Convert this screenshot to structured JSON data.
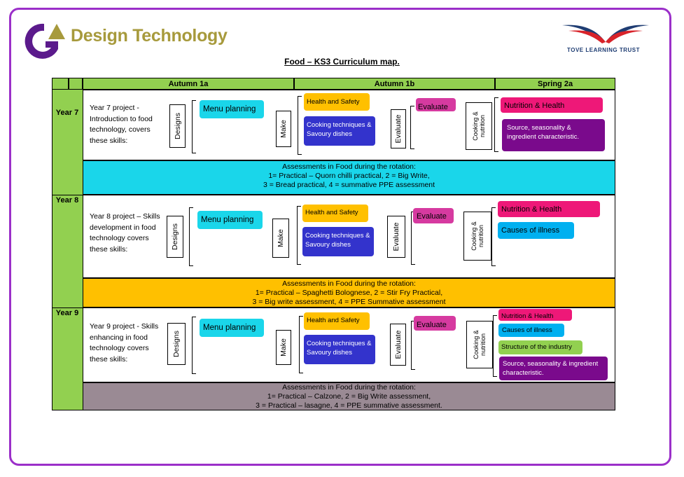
{
  "header": {
    "brand": "Design Technology",
    "trust_name": "TOVE LEARNING TRUST",
    "page_title": "Food – KS3 Curriculum map.",
    "colors": {
      "frame": "#9b2fc9",
      "logo_purple": "#5b1a8c",
      "logo_gold": "#a79a3c"
    },
    "icons": [
      "ga-logo-icon",
      "tove-wings-logo-icon"
    ]
  },
  "table": {
    "columns": [
      "Autumn 1a",
      "Autumn 1b",
      "Spring 2a"
    ],
    "labels": {
      "designs": "Designs",
      "make": "Make",
      "evaluate": "Evaluate",
      "cooking": "Cooking & nutrition"
    },
    "years": [
      {
        "year": "Year 7",
        "intro": "Year 7 project - Introduction to food technology, covers these skills:",
        "menu": "Menu planning",
        "health": "Health and Safety",
        "cooking_tech": "Cooking techniques & Savoury dishes",
        "evaluate_pill": "Evaluate",
        "spring": [
          "Nutrition & Health",
          "Source, seasonality & ingredient characteristic."
        ],
        "assessment": [
          "Assessments in Food during the rotation:",
          "1= Practical – Quorn chilli practical, 2 = Big Write,",
          "3 = Bread practical, 4 = summative PPE assessment"
        ],
        "assessment_color": "#1ad6ea"
      },
      {
        "year": "Year 8",
        "intro": "Year 8 project – Skills development in food technology covers these skills:",
        "menu": "Menu planning",
        "health": "Health and Safety",
        "cooking_tech": "Cooking techniques & Savoury dishes",
        "evaluate_pill": "Evaluate",
        "spring": [
          "Nutrition & Health",
          "Causes of illness"
        ],
        "assessment": [
          "Assessments in Food during the rotation:",
          "1= Practical – Spaghetti Bolognese, 2 = Stir Fry Practical,",
          "3 = Big write assessment, 4 = PPE Summative assessment"
        ],
        "assessment_color": "#ffc000"
      },
      {
        "year": "Year 9",
        "intro": "Year 9 project - Skills enhancing in food technology covers these skills:",
        "menu": "Menu planning",
        "health": "Health and Safety",
        "cooking_tech": "Cooking techniques & Savoury dishes",
        "evaluate_pill": "Evaluate",
        "spring": [
          "Nutrition & Health",
          "Causes of illness",
          "Structure of the industry",
          "Source, seasonality & ingredient characteristic."
        ],
        "assessment": [
          "Assessments in Food during the rotation:",
          "1= Practical – Calzone, 2 = Big Write assessment,",
          "3 = Practical – lasagne, 4 = PPE summative assessment."
        ],
        "assessment_color": "#9a8a94"
      }
    ]
  }
}
